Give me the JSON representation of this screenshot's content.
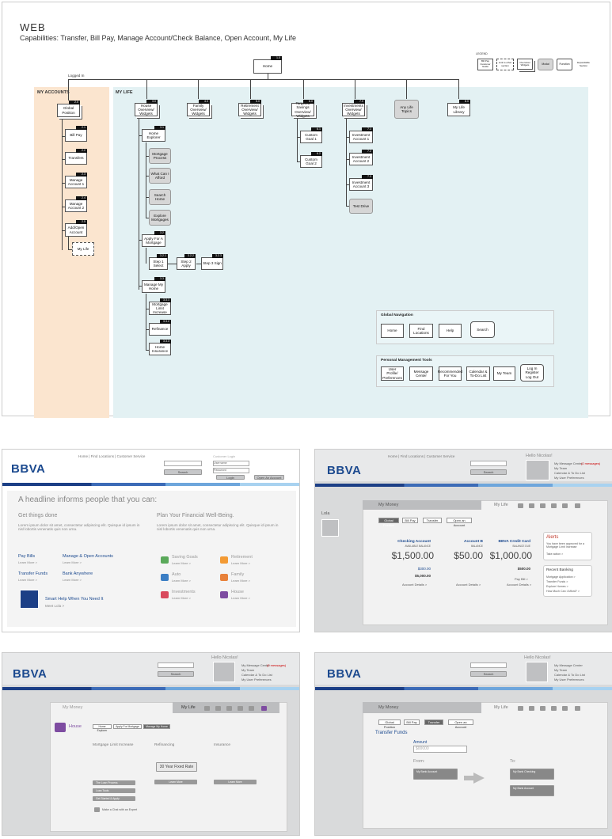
{
  "sitemap": {
    "title": "WEB",
    "capabilities": "Capabilities: Transfer, Bill Pay, Manage Account/Check Balance, Open Account, My Life",
    "logged_in": "Logged In",
    "my_accounts_label": "MY ACCOUNTS",
    "my_life_label": "MY LIFE",
    "home": {
      "num": "1.0",
      "label": "Home"
    },
    "legend": {
      "title": "LEGEND",
      "items": [
        "Bill Pay Customer Guide",
        "Link to other section",
        "Overview/ Widgets",
        "Modal",
        "Function",
        "Expandable Section"
      ]
    },
    "accounts": [
      {
        "num": "2.0",
        "label": "Global Position"
      },
      {
        "num": "2.1",
        "label": "Bill Pay"
      },
      {
        "num": "2.2",
        "label": "Transfers"
      },
      {
        "num": "2.3",
        "label": "Manage Account 1"
      },
      {
        "num": "2.4",
        "label": "Manage Account 2"
      },
      {
        "num": "2.5",
        "label": "Add/Open Account"
      },
      {
        "num": "",
        "label": "My Life"
      }
    ],
    "life_top": [
      {
        "num": "3.0",
        "label": "House Overview/ Widgets"
      },
      {
        "num": "4.0",
        "label": "Family Overview/ Widgets"
      },
      {
        "num": "5.0",
        "label": "Retirement Overview/ Widgets"
      },
      {
        "num": "6.0",
        "label": "Targeted Savings Overview/ Widgets"
      },
      {
        "num": "7.0",
        "label": "Investments Overview/ Widgets"
      },
      {
        "num": "",
        "label": "Any Life Topics"
      },
      {
        "num": "8.0",
        "label": "My Life Library"
      }
    ],
    "house": {
      "explorer": {
        "num": "3.1",
        "label": "Home Explorer"
      },
      "explorer_children": [
        "Mortgage Process",
        "What Can I Afford",
        "Search Home",
        "Explore Mortgages"
      ],
      "apply": {
        "num": "3.2",
        "label": "Apply For A Mortgage"
      },
      "steps": [
        {
          "num": "3.2.1",
          "label": "Step 1 Select"
        },
        {
          "num": "3.2.2",
          "label": "Step 2 Apply"
        },
        {
          "num": "3.2.3",
          "label": "Step 3 Sign"
        }
      ],
      "manage": {
        "num": "3.3",
        "label": "Manage My Home"
      },
      "manage_children": [
        {
          "num": "3.3.1",
          "label": "Mortgage Limit Increase"
        },
        {
          "num": "3.3.2",
          "label": "Refinance"
        },
        {
          "num": "3.3.3",
          "label": "Home Insurance"
        }
      ]
    },
    "savings": [
      {
        "num": "6.1",
        "label": "Custom Goal 1"
      },
      {
        "num": "6.2",
        "label": "Custom Goal 2"
      }
    ],
    "investments": [
      {
        "num": "7.1",
        "label": "Investment Account 1"
      },
      {
        "num": "7.2",
        "label": "Investment Account 2"
      },
      {
        "num": "7.3",
        "label": "Investment Account 3"
      },
      {
        "num": "",
        "label": "Test Drive"
      }
    ],
    "global_nav": {
      "title": "Global Navigation",
      "items": [
        "Home",
        "Find Locations",
        "Help",
        "Search"
      ]
    },
    "personal_tools": {
      "title": "Personal Management Tools",
      "items": [
        "User Profile/ Preferences",
        "Message Center",
        "Recommended For You",
        "Calendar & To-Do List",
        "My Team",
        "Log In Register Log Out"
      ]
    }
  },
  "screens": {
    "common": {
      "logo": "BBVA",
      "links": "Home | Find Locations | Customer Service",
      "search_btn": "Search",
      "hello": "Hello Nicolas!",
      "msg_center": "My Message Center",
      "msg_count": "(2 messages)",
      "my_team": "My Team",
      "calendar": "Calendar & To Do List",
      "prefs": "My User Preferences",
      "my_money": "My Money",
      "my_life": "My Life"
    },
    "home": {
      "login_btn": "Login",
      "login_label": "Customer Login",
      "username": "Username",
      "password": "Password",
      "open_btn": "Open An Account",
      "headline": "A headline informs people that you can:",
      "left_title": "Get things done",
      "right_title": "Plan Your Financial Well-Being.",
      "lorem": "Lorem ipsum dolor sit amet, consectetur adipiscing elit. Quisque id ipsum in nisl lobortis venenatis quis non urna.",
      "learn_more": "Learn More >",
      "tasks": [
        "Pay Bills",
        "Manage & Open Accounts",
        "Transfer Funds",
        "Bank Anywhere"
      ],
      "smart_help": "Smart Help When You Need It",
      "meet_lola": "Meet Lola >",
      "plans": [
        "Saving Goals",
        "Retirement",
        "Auto",
        "Family",
        "Investments",
        "House"
      ]
    },
    "dashboard": {
      "lola": "Lola",
      "tabs": [
        "Global Position",
        "Bill Pay",
        "Transfer",
        "Open an Account"
      ],
      "accounts": [
        {
          "name": "Checking Account",
          "sub": "AVAILABLE BALANCE",
          "amount": "$1,500.00",
          "detail": "Account Details >"
        },
        {
          "name": "Account B",
          "sub": "BALANCE",
          "amount": "$50.00",
          "detail": "Account Details >"
        },
        {
          "name": "BBVA Credit Card",
          "sub": "BALANCE DUE",
          "amount": "$1,000.00",
          "detail": "Account Details >"
        }
      ],
      "pending": "$300.00",
      "pending_total": "$5,000.00",
      "min_due": "$500.00",
      "pay_bill": "Pay Bill >",
      "alerts_title": "Alerts",
      "alerts_text": "You have been approved for a Mortgage Limit Increase",
      "take_action": "Take action >",
      "recent_title": "Recent Banking",
      "recent_items": [
        "Mortgage Application >",
        "Transfer Funds >",
        "Explore Homes >",
        "How Much Can I Afford? >"
      ]
    },
    "house": {
      "title": "House",
      "tabs": [
        "Home Explorer",
        "Apply For Mortgage",
        "Manage My Home"
      ],
      "cols": [
        "Mortgage Limit Increase",
        "Refinancing",
        "Insurance"
      ],
      "rate_btn": "30 Year Fixed Rate",
      "learn_btn": "Learn More",
      "options": [
        "The Loan Process",
        "Loan Tools",
        "Get Started & Apply"
      ],
      "chat": "Make a Chat with an Expert"
    },
    "transfer": {
      "tabs": [
        "Global Position",
        "Bill Pay",
        "Transfer",
        "Open an Account"
      ],
      "title": "Transfer Funds",
      "amount_label": "Amount",
      "amount_value": "$00000",
      "from": "From:",
      "to": "To:",
      "from_acct": "My Bank Account",
      "to_acct_1": "My Bank Checking",
      "to_acct_2": "My Bank Account"
    }
  }
}
